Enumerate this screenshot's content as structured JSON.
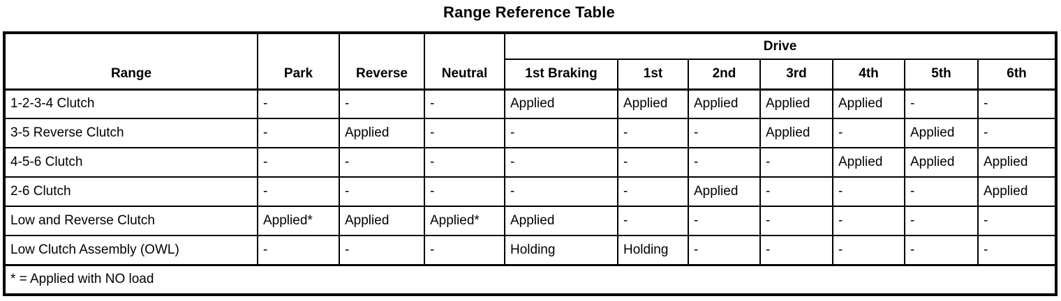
{
  "title": "Range Reference Table",
  "table": {
    "row_header_label": "Range",
    "static_columns": [
      "Park",
      "Reverse",
      "Neutral"
    ],
    "drive_group_label": "Drive",
    "drive_columns": [
      "1st Braking",
      "1st",
      "2nd",
      "3rd",
      "4th",
      "5th",
      "6th"
    ],
    "rows": [
      {
        "range": "1-2-3-4 Clutch",
        "values": [
          "-",
          "-",
          "-",
          "Applied",
          "Applied",
          "Applied",
          "Applied",
          "Applied",
          "-",
          "-"
        ]
      },
      {
        "range": "3-5 Reverse Clutch",
        "values": [
          "-",
          "Applied",
          "-",
          "-",
          "-",
          "-",
          "Applied",
          "-",
          "Applied",
          "-"
        ]
      },
      {
        "range": "4-5-6 Clutch",
        "values": [
          "-",
          "-",
          "-",
          "-",
          "-",
          "-",
          "-",
          "Applied",
          "Applied",
          "Applied"
        ]
      },
      {
        "range": "2-6 Clutch",
        "values": [
          "-",
          "-",
          "-",
          "-",
          "-",
          "Applied",
          "-",
          "-",
          "-",
          "Applied"
        ]
      },
      {
        "range": "Low and Reverse Clutch",
        "values": [
          "Applied*",
          "Applied",
          "Applied*",
          "Applied",
          "-",
          "-",
          "-",
          "-",
          "-",
          "-"
        ]
      },
      {
        "range": "Low Clutch Assembly (OWL)",
        "values": [
          "-",
          "-",
          "-",
          "Holding",
          "Holding",
          "-",
          "-",
          "-",
          "-",
          "-"
        ]
      }
    ],
    "footnote": "* = Applied with NO load",
    "colors": {
      "border": "#000000",
      "text": "#000000",
      "background": "#ffffff"
    }
  }
}
